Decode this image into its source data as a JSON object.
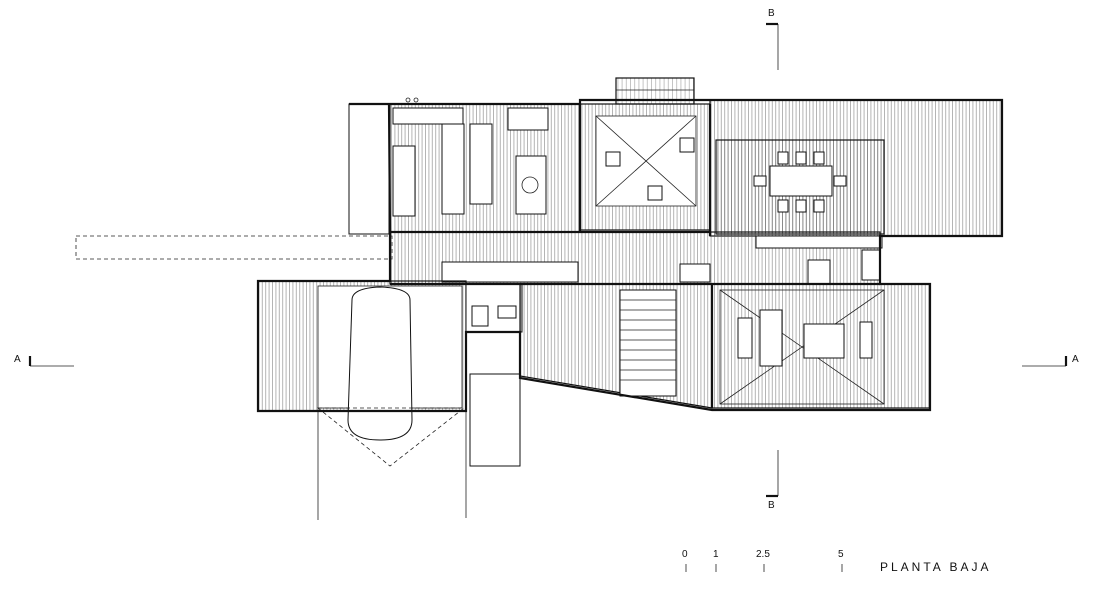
{
  "drawing": {
    "title": "PLANTA BAJA",
    "section_a_label": "A",
    "section_b_label": "B"
  },
  "scale_bar": {
    "ticks": [
      "0",
      "1",
      "2.5",
      "5"
    ]
  }
}
